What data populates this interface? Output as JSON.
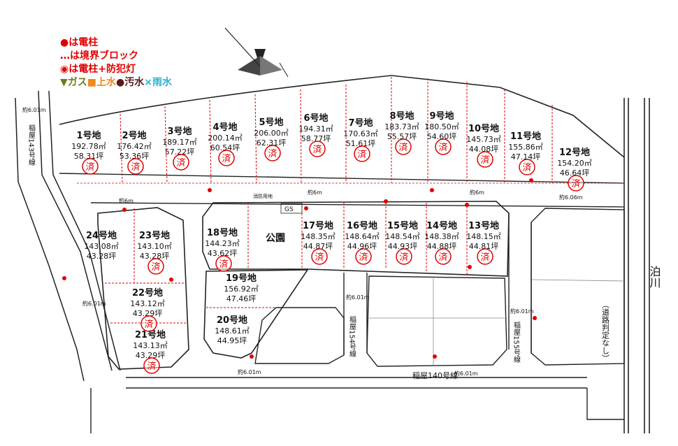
{
  "legend": {
    "pole": "●は電柱",
    "block": "…は境界ブロック",
    "pole_light": "◉は電柱+防犯灯",
    "gas_symbol": "▼ガス",
    "water_symbol": "■上水",
    "sewer_symbol": "●汚水",
    "rain_symbol": "×雨水"
  },
  "colors": {
    "sold_mark": "#e00000",
    "lot_border": "#e00000",
    "road": "#1a1a1a",
    "sewer": "#5a1a1a",
    "gas": "#6b7d1a",
    "water": "#f08a1a",
    "rain": "#2ab0d8"
  },
  "sold_mark_text": "済",
  "lots": [
    {
      "name": "1号地",
      "area": "192.78㎡",
      "tsubo": "58.31坪",
      "sold": true
    },
    {
      "name": "2号地",
      "area": "176.42㎡",
      "tsubo": "53.36坪",
      "sold": true
    },
    {
      "name": "3号地",
      "area": "189.17㎡",
      "tsubo": "57.22坪",
      "sold": true
    },
    {
      "name": "4号地",
      "area": "200.14㎡",
      "tsubo": "60.54坪",
      "sold": true
    },
    {
      "name": "5号地",
      "area": "206.00㎡",
      "tsubo": "62.31坪",
      "sold": true
    },
    {
      "name": "6号地",
      "area": "194.31㎡",
      "tsubo": "58.77坪",
      "sold": true
    },
    {
      "name": "7号地",
      "area": "170.63㎡",
      "tsubo": "51.61坪",
      "sold": true
    },
    {
      "name": "8号地",
      "area": "183.73㎡",
      "tsubo": "55.57坪",
      "sold": true
    },
    {
      "name": "9号地",
      "area": "180.50㎡",
      "tsubo": "54.60坪",
      "sold": true
    },
    {
      "name": "10号地",
      "area": "145.73㎡",
      "tsubo": "44.08坪",
      "sold": true
    },
    {
      "name": "11号地",
      "area": "155.86㎡",
      "tsubo": "47.14坪",
      "sold": true
    },
    {
      "name": "12号地",
      "area": "154.20㎡",
      "tsubo": "46.64坪",
      "sold": true
    },
    {
      "name": "13号地",
      "area": "148.15㎡",
      "tsubo": "44.81坪",
      "sold": true
    },
    {
      "name": "14号地",
      "area": "148.38㎡",
      "tsubo": "44.88坪",
      "sold": true
    },
    {
      "name": "15号地",
      "area": "148.54㎡",
      "tsubo": "44.93坪",
      "sold": true
    },
    {
      "name": "16号地",
      "area": "148.64㎡",
      "tsubo": "44.96坪",
      "sold": true
    },
    {
      "name": "17号地",
      "area": "148.35㎡",
      "tsubo": "44.87坪",
      "sold": true
    },
    {
      "name": "18号地",
      "area": "144.23㎡",
      "tsubo": "43.62坪",
      "sold": true
    },
    {
      "name": "19号地",
      "area": "156.92㎡",
      "tsubo": "47.46坪",
      "sold": false
    },
    {
      "name": "20号地",
      "area": "148.61㎡",
      "tsubo": "44.95坪",
      "sold": false
    },
    {
      "name": "21号地",
      "area": "143.13㎡",
      "tsubo": "43.29坪",
      "sold": true
    },
    {
      "name": "22号地",
      "area": "143.12㎡",
      "tsubo": "43.29坪",
      "sold": true
    },
    {
      "name": "23号地",
      "area": "143.10㎡",
      "tsubo": "43.28坪",
      "sold": true
    },
    {
      "name": "24号地",
      "area": "143.08㎡",
      "tsubo": "43.28坪",
      "sold": false
    }
  ],
  "labels": {
    "park": "公園",
    "gs": "GS",
    "fire_reservoir": "消防用地",
    "river": "泊川",
    "road_140": "稲屋140号線",
    "road_143": "稲屋143号線",
    "road_154": "稲屋154号線",
    "road_155": "稲屋155号線",
    "road_pending": "（道路判定なし）",
    "width_6m": "約6m",
    "width_601": "約6.01m",
    "width_606": "約6.06m"
  }
}
